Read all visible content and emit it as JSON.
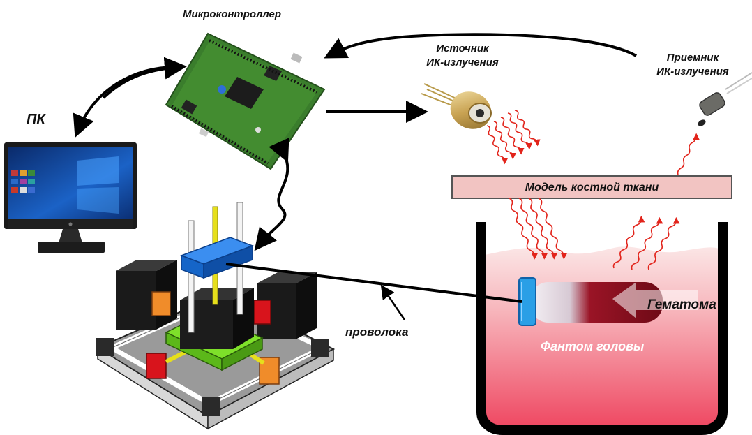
{
  "labels": {
    "microcontroller": "Микроконтроллер",
    "pc": "ПК",
    "ir_source_line1": "Источник",
    "ir_source_line2": "ИК-излучения",
    "ir_receiver_line1": "Приемник",
    "ir_receiver_line2": "ИК-излучения",
    "bone_model": "Модель костной ткани",
    "wire": "проволока",
    "hematoma": "Гематома",
    "head_phantom": "Фантом головы"
  },
  "colors": {
    "board_green": "#3a7d2c",
    "bone_fill": "#f2c4c2",
    "phantom_top": "#f8d3d3",
    "phantom_bottom": "#f04d63",
    "ir_wave": "#e2241b",
    "hematoma_blood": "#8e0f1c",
    "stage_blue": "#1565c8",
    "stage_green": "#7ee02a",
    "motor_black": "#1a1a1a",
    "bearing_orange": "#f08c2a",
    "bearing_red": "#d8141c"
  }
}
